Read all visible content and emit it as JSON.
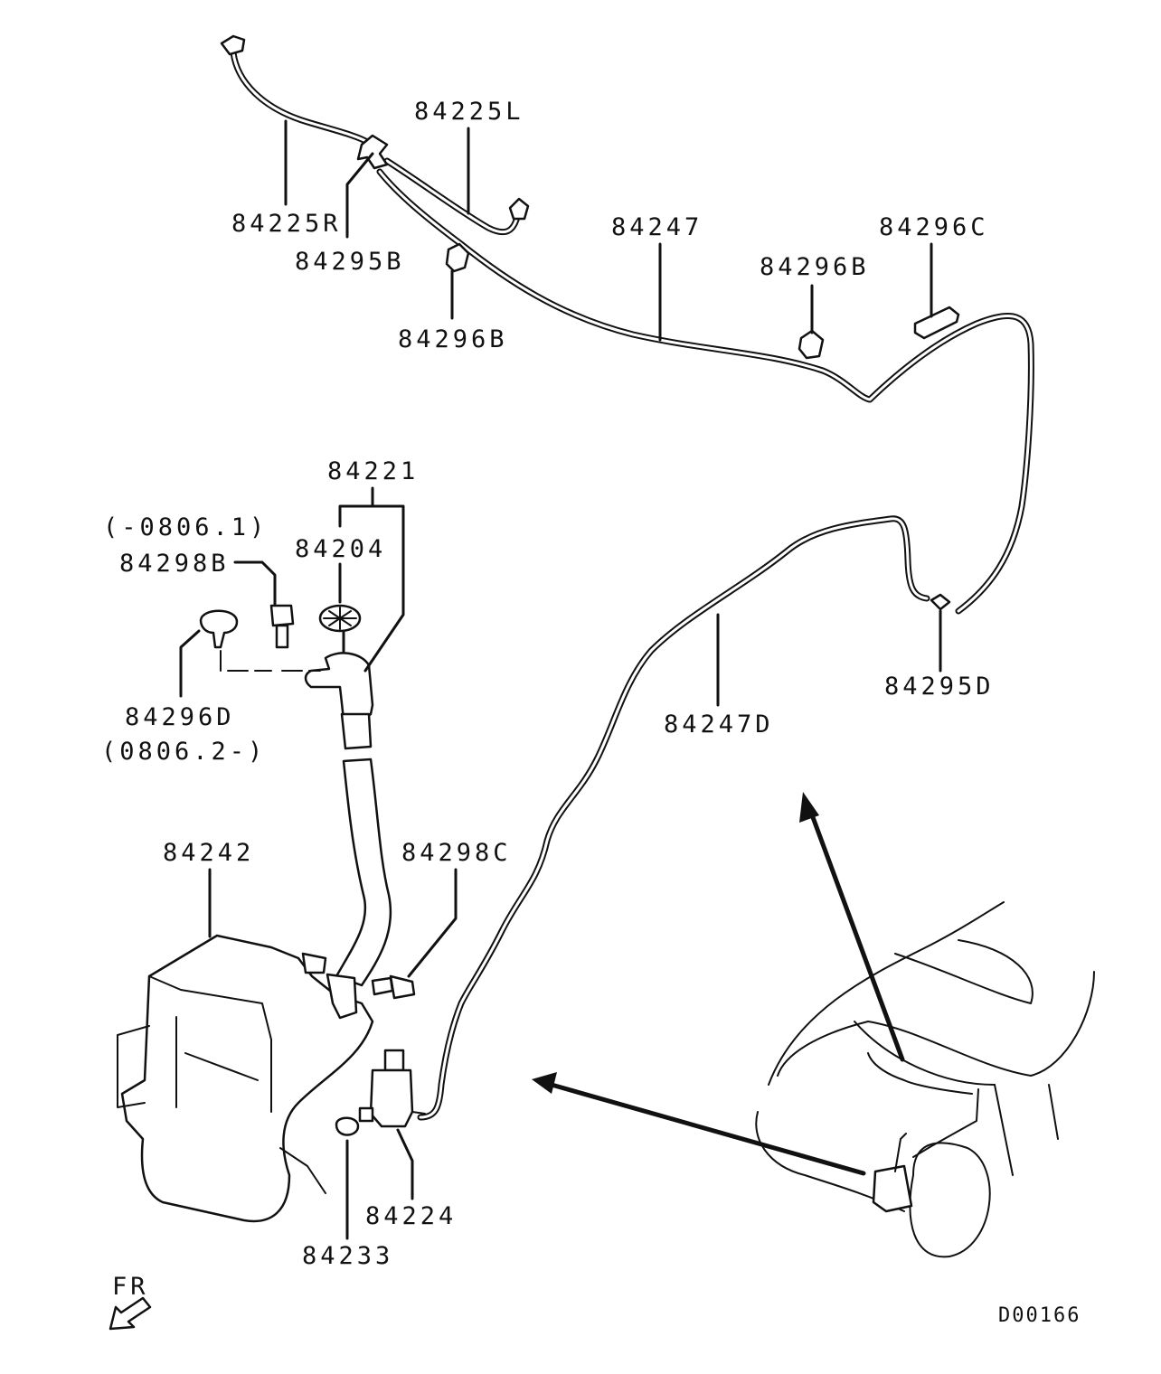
{
  "diagram": {
    "labels": {
      "p84225L": "84225L",
      "p84225R": "84225R",
      "p84295B": "84295B",
      "p84296B_top": "84296B",
      "p84247": "84247",
      "p84296B_mid": "84296B",
      "p84296C": "84296C",
      "p84221": "84221",
      "p84204": "84204",
      "note_before": "(-0806.1)",
      "p84298B": "84298B",
      "p84296D": "84296D",
      "note_after": "(0806.2-)",
      "p84295D": "84295D",
      "p84247D": "84247D",
      "p84242": "84242",
      "p84298C": "84298C",
      "p84224": "84224",
      "p84233": "84233",
      "front_indicator": "FR",
      "diagram_code": "D00166"
    },
    "icons": [
      "hose-line",
      "nozzle-icon",
      "clip-icon",
      "washer-tank-icon",
      "pump-motor-icon",
      "filler-neck-icon",
      "cap-icon",
      "grommet-icon",
      "bolt-icon",
      "vehicle-outline-icon",
      "front-arrow-icon"
    ],
    "line_color": "#111111",
    "background_color": "#ffffff"
  }
}
